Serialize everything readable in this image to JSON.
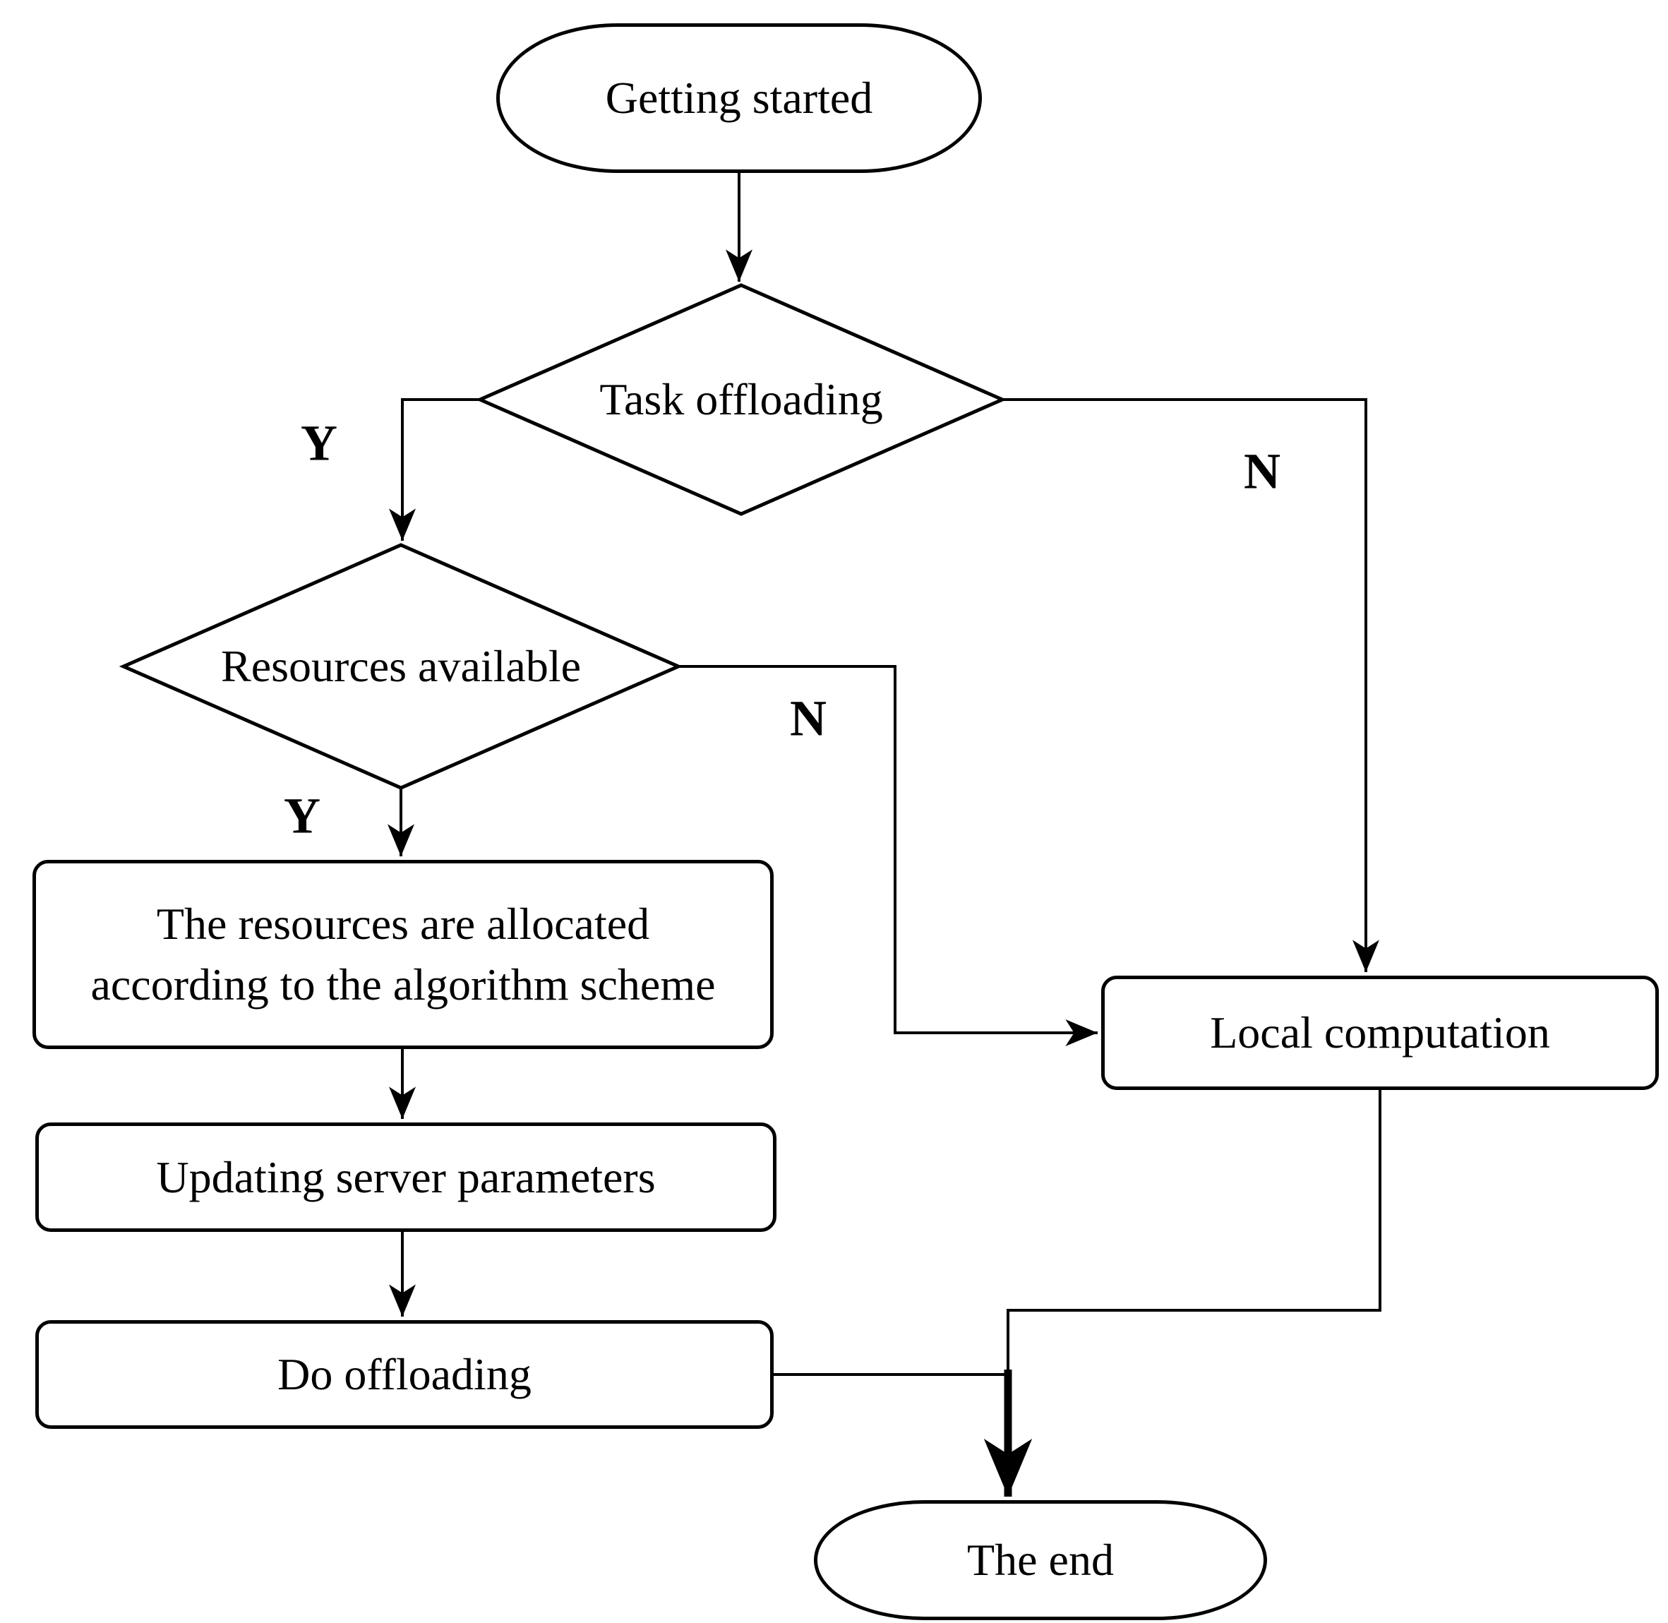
{
  "colors": {
    "background": "#ffffff",
    "stroke": "#000000",
    "text": "#000000"
  },
  "nodes": {
    "start": {
      "label": "Getting started"
    },
    "task_offloading": {
      "label": "Task offloading"
    },
    "resources_available": {
      "label": "Resources available"
    },
    "allocate_resources": {
      "line1": "The resources are allocated",
      "line2": "according to the algorithm scheme"
    },
    "updating_server": {
      "label": "Updating server parameters"
    },
    "do_offloading": {
      "label": "Do offloading"
    },
    "local_computation": {
      "label": "Local computation"
    },
    "end": {
      "label": "The end"
    }
  },
  "branch_labels": {
    "task_offloading_yes": "Y",
    "task_offloading_no": "N",
    "resources_available_yes": "Y",
    "resources_available_no": "N"
  },
  "edges": [
    {
      "from": "Getting started",
      "to": "Task offloading",
      "label": ""
    },
    {
      "from": "Task offloading",
      "to": "Resources available",
      "label": "Y"
    },
    {
      "from": "Task offloading",
      "to": "Local computation",
      "label": "N"
    },
    {
      "from": "Resources available",
      "to": "The resources are allocated according to the algorithm scheme",
      "label": "Y"
    },
    {
      "from": "Resources available",
      "to": "Local computation",
      "label": "N"
    },
    {
      "from": "The resources are allocated according to the algorithm scheme",
      "to": "Updating server parameters",
      "label": ""
    },
    {
      "from": "Updating server parameters",
      "to": "Do offloading",
      "label": ""
    },
    {
      "from": "Do offloading",
      "to": "The end",
      "label": ""
    },
    {
      "from": "Local computation",
      "to": "The end",
      "label": ""
    }
  ]
}
